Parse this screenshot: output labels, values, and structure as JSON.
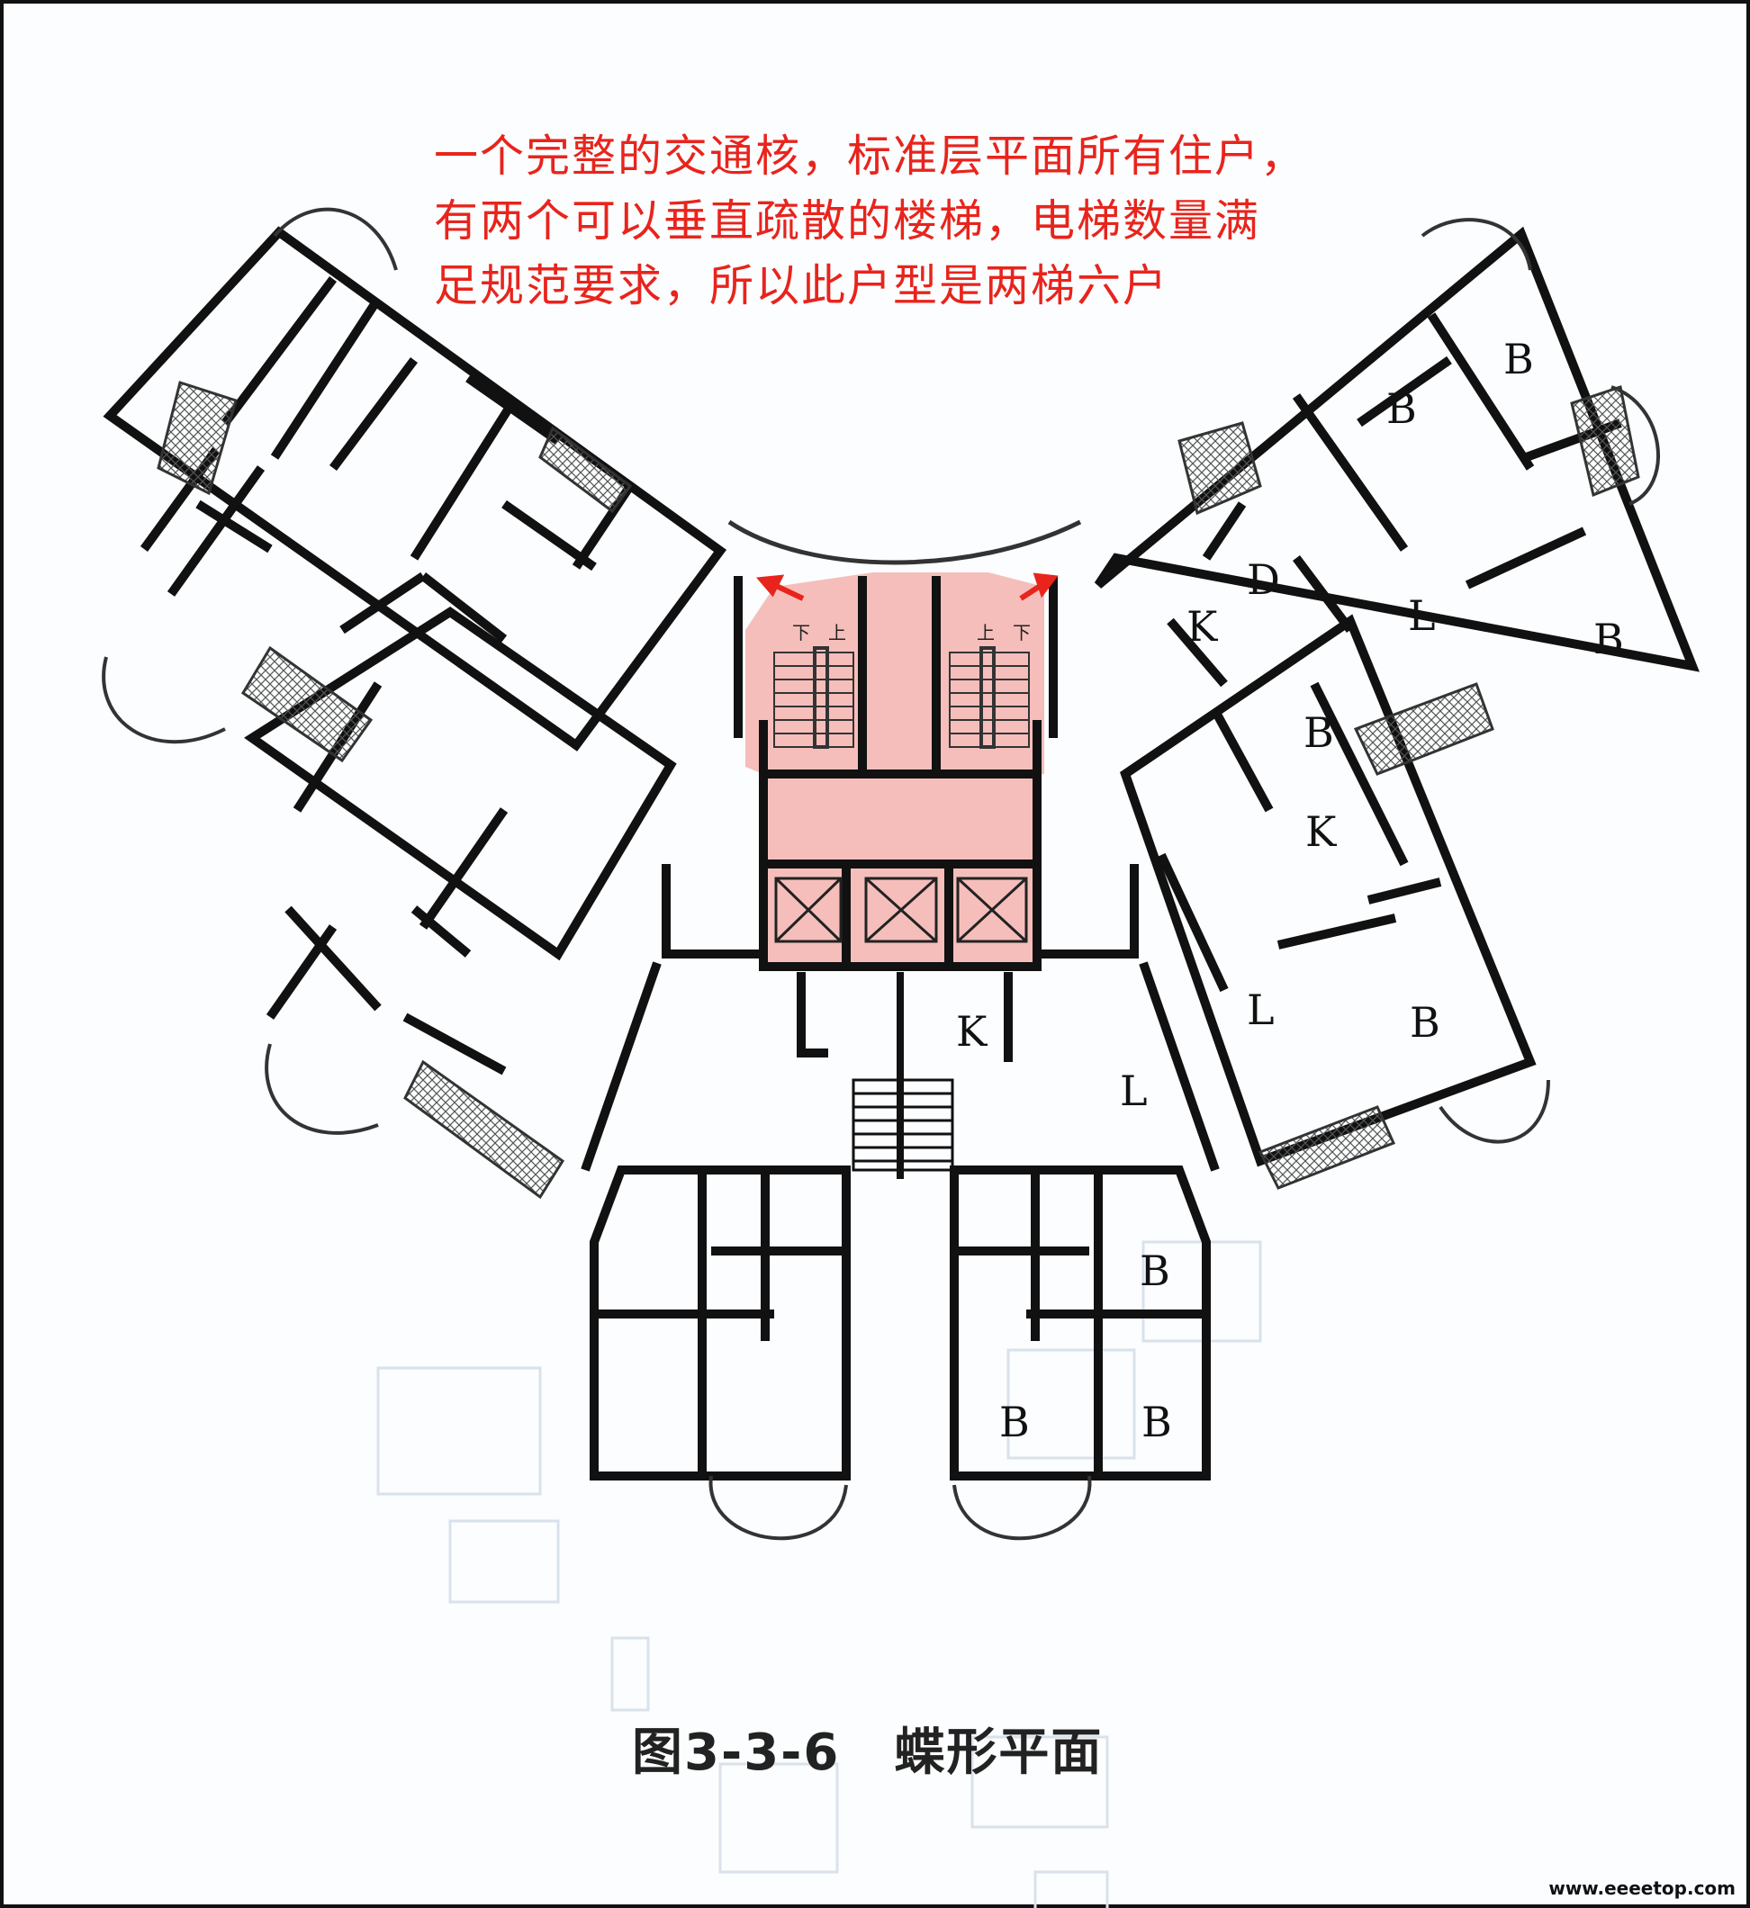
{
  "annotation": {
    "lines": [
      "一个完整的交通核，标准层平面所有住户，",
      "有两个可以垂直疏散的楼梯，电梯数量满",
      "足规范要求，所以此户型是两梯六户"
    ]
  },
  "caption": {
    "figure_number": "图3-3-6",
    "title": "蝶形平面"
  },
  "watermark": "www.eeeetop.com",
  "room_labels": {
    "B": "B",
    "D": "D",
    "K": "K",
    "L": "L"
  },
  "stair_labels": {
    "down": "下",
    "up": "上"
  },
  "colors": {
    "annotation": "#e8241c",
    "core_highlight": "#f4b7b4",
    "wall": "#111111",
    "balcony_hatch": "#444444"
  }
}
